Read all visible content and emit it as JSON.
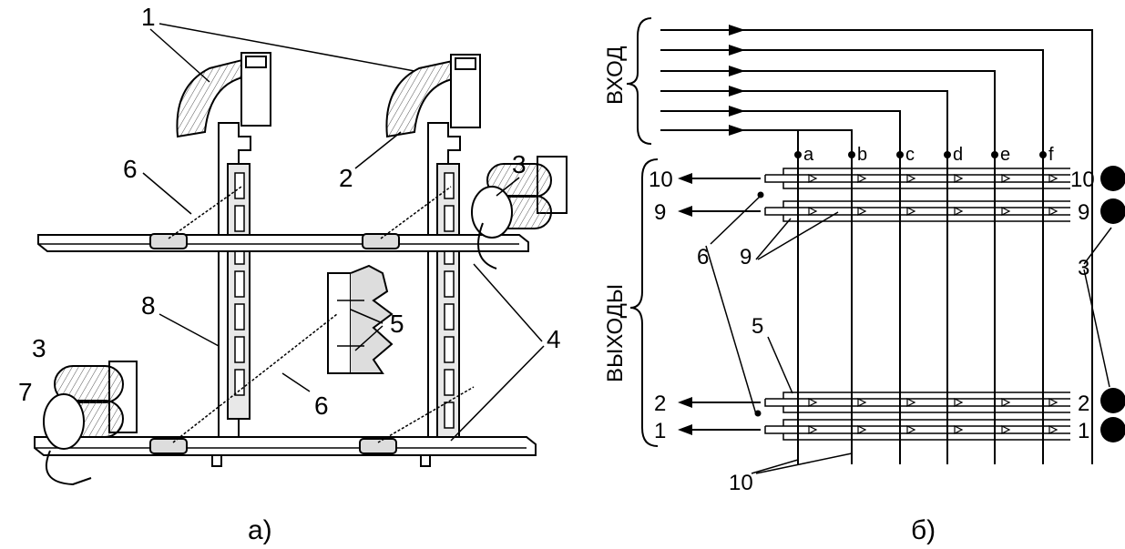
{
  "panel_a": {
    "caption": "а)",
    "labels": {
      "l1": "1",
      "l2": "2",
      "l3a": "3",
      "l3b": "3",
      "l4": "4",
      "l5": "5",
      "l6a": "6",
      "l6b": "6",
      "l7": "7",
      "l8": "8"
    }
  },
  "panel_b": {
    "caption": "б)",
    "input_label": "ВХОД",
    "outputs_label": "ВЫХОДЫ",
    "columns": [
      "a",
      "b",
      "c",
      "d",
      "e",
      "f"
    ],
    "rows_left": [
      "10",
      "9",
      "2",
      "1"
    ],
    "rows_right": [
      "10",
      "9",
      "2",
      "1"
    ],
    "callouts": {
      "c6": "6",
      "c9": "9",
      "c3": "3",
      "c5": "5",
      "c10": "10"
    }
  },
  "colors": {
    "ink": "#000000",
    "fill_light": "#e8e8e8",
    "fill_mid": "#cfcfcf"
  }
}
